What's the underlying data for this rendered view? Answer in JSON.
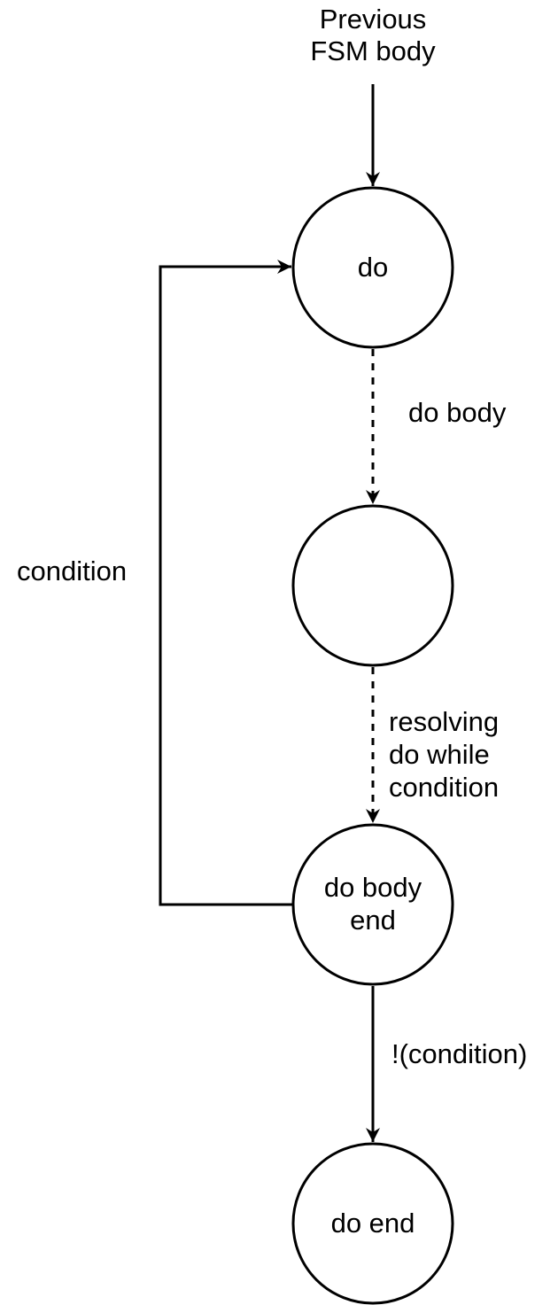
{
  "diagram": {
    "start": {
      "lines": [
        "Previous",
        "FSM body"
      ]
    },
    "nodes": {
      "do": {
        "lines": [
          "do"
        ]
      },
      "empty": {
        "lines": []
      },
      "do_body_end": {
        "lines": [
          "do body",
          "end"
        ]
      },
      "do_end": {
        "lines": [
          "do end"
        ]
      }
    },
    "edges": {
      "start_to_do": {
        "style": "solid"
      },
      "do_to_empty": {
        "label_lines": [
          "do body"
        ],
        "style": "dashed"
      },
      "empty_to_do_body_end": {
        "label_lines": [
          "resolving",
          "do while",
          "condition"
        ],
        "style": "dashed"
      },
      "do_body_end_to_do": {
        "label_lines": [
          "condition"
        ],
        "style": "solid"
      },
      "do_body_end_to_do_end": {
        "label_lines": [
          "!(condition)"
        ],
        "style": "solid"
      }
    },
    "colors": {
      "stroke": "#000000",
      "background": "#ffffff"
    }
  }
}
